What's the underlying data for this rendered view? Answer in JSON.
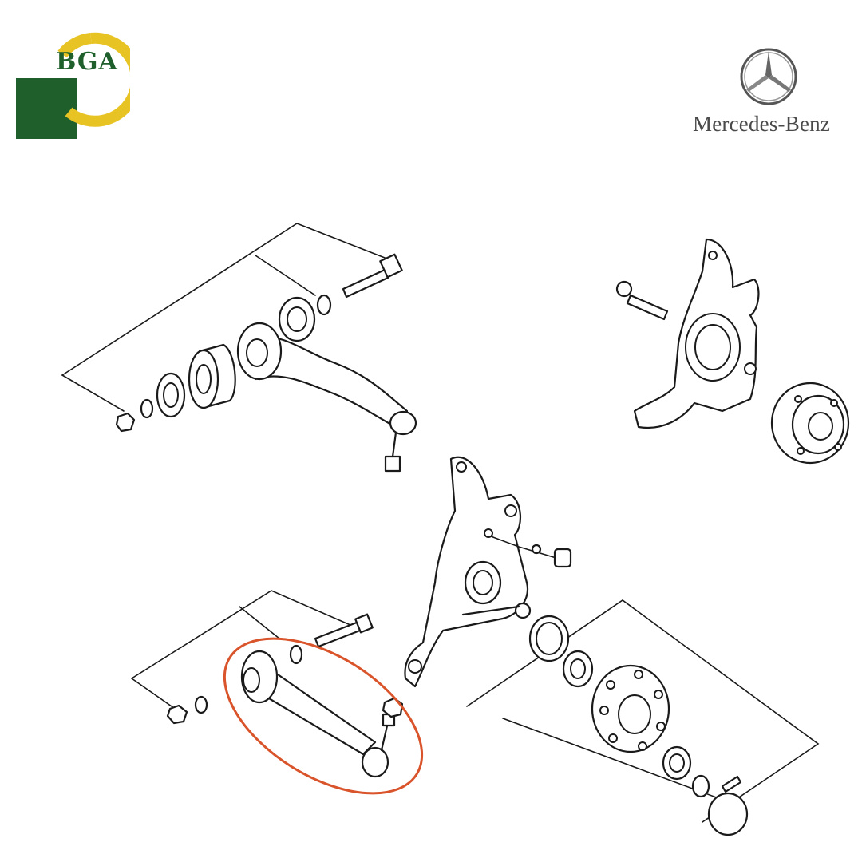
{
  "logos": {
    "bga": {
      "text": "BGA",
      "colors": {
        "green": "#1f5f2c",
        "gold": "#e8c324"
      }
    },
    "mercedes": {
      "text": "Mercedes-Benz",
      "icon": "three-pointed-star-icon",
      "color": "#4a4a4a"
    }
  },
  "highlight": {
    "color": "#d9542b",
    "target": "rear-lower-control-arm"
  }
}
